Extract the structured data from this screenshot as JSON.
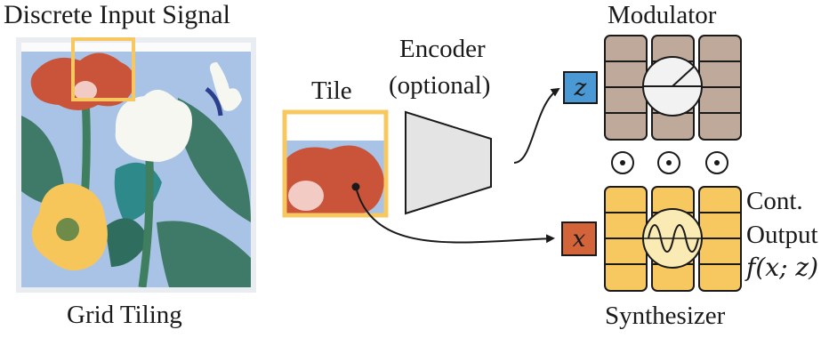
{
  "labels": {
    "input_signal": "Discrete Input Signal",
    "grid_tiling": "Grid Tiling",
    "tile": "Tile",
    "encoder_line1": "Encoder",
    "encoder_line2": "(optional)",
    "modulator": "Modulator",
    "synthesizer": "Synthesizer",
    "output_line1": "Cont.",
    "output_line2": "Output",
    "output_formula": "f(x; z)"
  },
  "symbols": {
    "latent": "z",
    "coordinate": "x",
    "hadamard": "⊙"
  },
  "colors": {
    "tile_frame": "#F6C85F",
    "latent_box": "#4A98D4",
    "coord_box": "#D3643A",
    "modulator": "#BFA99B",
    "synthesizer": "#F6C85F",
    "sky": "#A9C3E6",
    "flower_red": "#C9543A",
    "leaf_green": "#3E7A67",
    "petal_white": "#F7F7F2",
    "encoder_fill": "#E4E4E4"
  },
  "icons": {
    "modulator_node": "gauge-icon",
    "synthesizer_node": "sine-wave-icon"
  }
}
